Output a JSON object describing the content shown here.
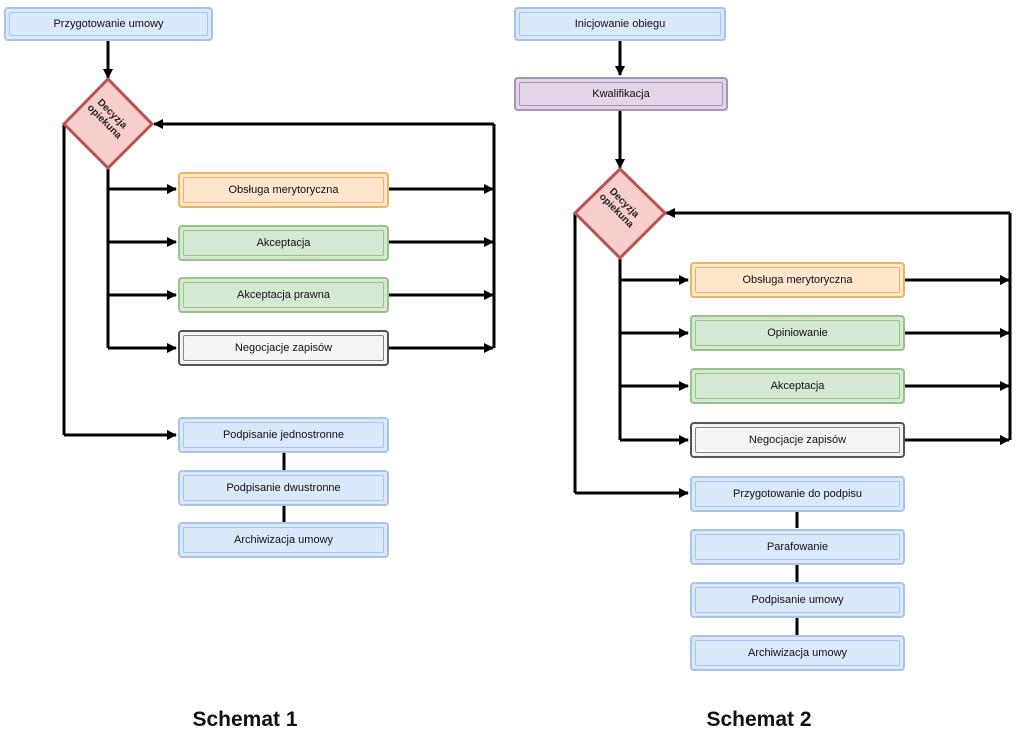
{
  "schema1": {
    "caption": "Schemat 1",
    "start": "Przygotowanie umowy",
    "decision": [
      "Decyzja",
      "opiekuna"
    ],
    "branches": [
      "Obsługa merytoryczna",
      "Akceptacja",
      "Akceptacja prawna",
      "Negocjacje zapisów"
    ],
    "final_steps": [
      "Podpisanie jednostronne",
      "Podpisanie dwustronne",
      "Archiwizacja umowy"
    ]
  },
  "schema2": {
    "caption": "Schemat 2",
    "start": "Inicjowanie obiegu",
    "qualification": "Kwalifikacja",
    "decision": [
      "Decyzja",
      "opiekuna"
    ],
    "branches": [
      "Obsługa merytoryczna",
      "Opiniowanie",
      "Akceptacja",
      "Negocjacje zapisów"
    ],
    "final_steps": [
      "Przygotowanie do podpisu",
      "Parafowanie",
      "Podpisanie umowy",
      "Archiwizacja umowy"
    ]
  },
  "colors": {
    "blue_fill": "#dae8fc",
    "orange_fill": "#ffe6cc",
    "green_fill": "#d5e8d4",
    "gray_fill": "#f5f5f5",
    "purple_fill": "#e1d5e7",
    "decision_fill": "#f8cecc",
    "decision_border": "#b85450",
    "connector": "#000000"
  }
}
